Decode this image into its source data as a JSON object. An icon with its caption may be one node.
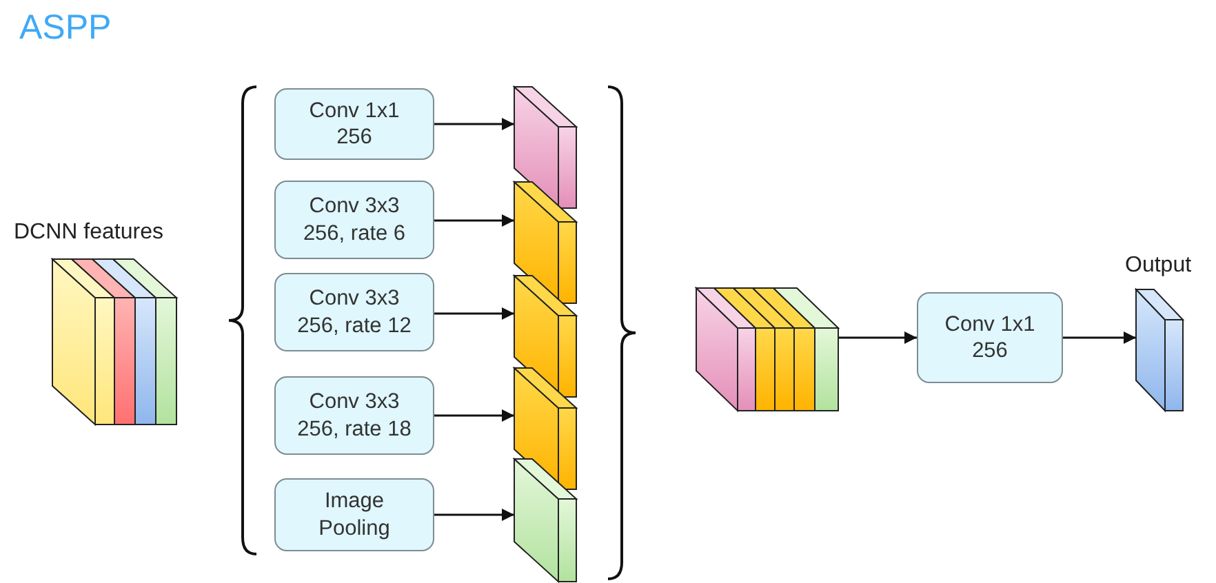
{
  "diagram": {
    "title": "ASPP",
    "nodes": [
      {
        "text": [
          "DCNN features"
        ]
      },
      {
        "text": [
          "Conv 1x1",
          "256"
        ]
      },
      {
        "text": [
          "Conv 3x3",
          "256, rate 6"
        ]
      },
      {
        "text": [
          "Conv 3x3",
          "256, rate 12"
        ]
      },
      {
        "text": [
          "Conv 3x3",
          "256, rate 18"
        ]
      },
      {
        "text": [
          "Image",
          "Pooling"
        ]
      },
      {
        "text": [],
        "shape": "box"
      },
      {
        "text": [],
        "shape": "box"
      },
      {
        "text": [],
        "shape": "box"
      },
      {
        "text": [],
        "shape": "box"
      },
      {
        "text": [],
        "shape": "box"
      },
      {
        "text": [],
        "shape": "box"
      },
      {
        "text": [
          "Conv 1x1",
          "256"
        ]
      },
      {
        "text": [
          "Output"
        ]
      }
    ],
    "edges": [
      {
        "from": 1,
        "to": 6,
        "arrow": "to"
      },
      {
        "from": 2,
        "to": 7,
        "arrow": "to"
      },
      {
        "from": 3,
        "to": 8,
        "arrow": "to"
      },
      {
        "from": 4,
        "to": 9,
        "arrow": "to"
      },
      {
        "from": 5,
        "to": 10,
        "arrow": "to"
      },
      {
        "from": 11,
        "to": 12,
        "arrow": "to"
      },
      {
        "from": 12,
        "to": 13,
        "arrow": "to"
      }
    ]
  }
}
